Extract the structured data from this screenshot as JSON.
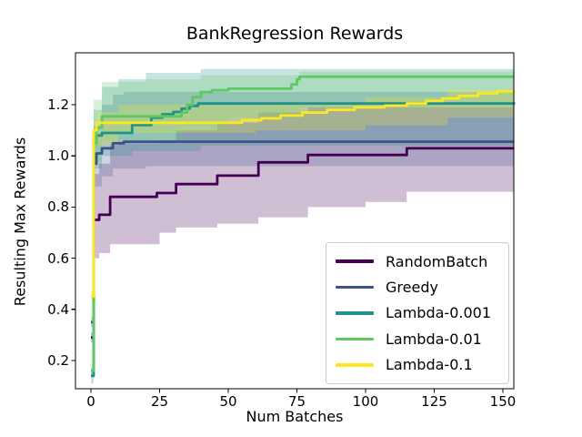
{
  "chart_data": {
    "type": "line",
    "title": "BankRegression Rewards",
    "xlabel": "Num Batches",
    "ylabel": "Resulting Max Rewards",
    "xlim": [
      -5.63,
      153.97
    ],
    "ylim": [
      0.0896,
      1.4034
    ],
    "xticks": [
      0,
      25,
      50,
      75,
      100,
      125,
      150
    ],
    "yticks": [
      0.2,
      0.4,
      0.6,
      0.8,
      1.0,
      1.2
    ],
    "grid": false,
    "legend_position": "lower right",
    "band_alpha": 0.25,
    "axis_color": "#000000",
    "series": [
      {
        "name": "RandomBatch",
        "color": "#440154",
        "line": [
          [
            0,
            0.29
          ],
          [
            1,
            0.75
          ],
          [
            3,
            0.77
          ],
          [
            7,
            0.84
          ],
          [
            24,
            0.855
          ],
          [
            31,
            0.89
          ],
          [
            46,
            0.923
          ],
          [
            61,
            0.975
          ],
          [
            79,
            1.004
          ],
          [
            115,
            1.03
          ],
          [
            154,
            1.03
          ]
        ],
        "band_lower": [
          [
            0,
            0.27
          ],
          [
            1,
            0.6
          ],
          [
            3,
            0.62
          ],
          [
            7,
            0.655
          ],
          [
            25,
            0.7
          ],
          [
            31,
            0.72
          ],
          [
            46,
            0.735
          ],
          [
            61,
            0.76
          ],
          [
            79,
            0.8
          ],
          [
            100,
            0.82
          ],
          [
            115,
            0.86
          ],
          [
            154,
            0.86
          ]
        ],
        "band_upper": [
          [
            0,
            0.31
          ],
          [
            1,
            0.93
          ],
          [
            3,
            0.97
          ],
          [
            7,
            1.05
          ],
          [
            24,
            1.06
          ],
          [
            31,
            1.1
          ],
          [
            46,
            1.13
          ],
          [
            61,
            1.17
          ],
          [
            79,
            1.19
          ],
          [
            154,
            1.19
          ]
        ]
      },
      {
        "name": "Greedy",
        "color": "#3b528b",
        "line": [
          [
            0,
            0.35
          ],
          [
            1,
            0.97
          ],
          [
            2,
            1.01
          ],
          [
            4,
            1.03
          ],
          [
            8,
            1.05
          ],
          [
            12,
            1.056
          ],
          [
            154,
            1.056
          ]
        ],
        "band_lower": [
          [
            0,
            0.33
          ],
          [
            1,
            0.88
          ],
          [
            4,
            0.92
          ],
          [
            8,
            0.95
          ],
          [
            20,
            0.96
          ],
          [
            154,
            0.97
          ]
        ],
        "band_upper": [
          [
            0,
            0.37
          ],
          [
            1,
            1.12
          ],
          [
            4,
            1.2
          ],
          [
            8,
            1.24
          ],
          [
            12,
            1.25
          ],
          [
            154,
            1.25
          ]
        ]
      },
      {
        "name": "Lambda-0.001",
        "color": "#21918c",
        "line": [
          [
            0,
            0.14
          ],
          [
            1,
            1.05
          ],
          [
            2,
            1.08
          ],
          [
            4,
            1.09
          ],
          [
            15,
            1.121
          ],
          [
            22,
            1.15
          ],
          [
            26,
            1.163
          ],
          [
            30,
            1.172
          ],
          [
            33,
            1.185
          ],
          [
            36,
            1.196
          ],
          [
            39,
            1.205
          ],
          [
            154,
            1.21
          ]
        ],
        "band_lower": [
          [
            0,
            0.11
          ],
          [
            1,
            0.95
          ],
          [
            4,
            1.0
          ],
          [
            15,
            1.02
          ],
          [
            40,
            1.04
          ],
          [
            154,
            1.05
          ]
        ],
        "band_upper": [
          [
            0,
            0.17
          ],
          [
            1,
            1.18
          ],
          [
            4,
            1.27
          ],
          [
            10,
            1.3
          ],
          [
            20,
            1.325
          ],
          [
            40,
            1.34
          ],
          [
            154,
            1.35
          ]
        ]
      },
      {
        "name": "Lambda-0.01",
        "color": "#5ec962",
        "line": [
          [
            0,
            0.16
          ],
          [
            1,
            1.05
          ],
          [
            2,
            1.11
          ],
          [
            4,
            1.155
          ],
          [
            33,
            1.17
          ],
          [
            35,
            1.2
          ],
          [
            37,
            1.23
          ],
          [
            40,
            1.25
          ],
          [
            44,
            1.257
          ],
          [
            50,
            1.263
          ],
          [
            73,
            1.28
          ],
          [
            75,
            1.3
          ],
          [
            76,
            1.31
          ],
          [
            154,
            1.31
          ]
        ],
        "band_lower": [
          [
            0,
            0.14
          ],
          [
            1,
            0.98
          ],
          [
            4,
            1.06
          ],
          [
            33,
            1.1
          ],
          [
            50,
            1.15
          ],
          [
            76,
            1.19
          ],
          [
            154,
            1.2
          ]
        ],
        "band_upper": [
          [
            0,
            0.18
          ],
          [
            1,
            1.22
          ],
          [
            4,
            1.29
          ],
          [
            20,
            1.3
          ],
          [
            40,
            1.315
          ],
          [
            76,
            1.33
          ],
          [
            154,
            1.335
          ]
        ]
      },
      {
        "name": "Lambda-0.1",
        "color": "#fde725",
        "line": [
          [
            0,
            0.45
          ],
          [
            1,
            1.1
          ],
          [
            2,
            1.13
          ],
          [
            55,
            1.14
          ],
          [
            62,
            1.147
          ],
          [
            69,
            1.158
          ],
          [
            77,
            1.17
          ],
          [
            86,
            1.18
          ],
          [
            96,
            1.19
          ],
          [
            107,
            1.197
          ],
          [
            115,
            1.205
          ],
          [
            122,
            1.215
          ],
          [
            128,
            1.225
          ],
          [
            134,
            1.235
          ],
          [
            141,
            1.245
          ],
          [
            148,
            1.253
          ],
          [
            154,
            1.255
          ]
        ],
        "band_lower": [
          [
            0,
            0.43
          ],
          [
            2,
            1.04
          ],
          [
            10,
            1.09
          ],
          [
            60,
            1.1
          ],
          [
            100,
            1.12
          ],
          [
            130,
            1.15
          ],
          [
            154,
            1.18
          ]
        ],
        "band_upper": [
          [
            0,
            0.47
          ],
          [
            2,
            1.17
          ],
          [
            10,
            1.2
          ],
          [
            60,
            1.21
          ],
          [
            100,
            1.23
          ],
          [
            130,
            1.26
          ],
          [
            154,
            1.28
          ]
        ]
      }
    ]
  }
}
